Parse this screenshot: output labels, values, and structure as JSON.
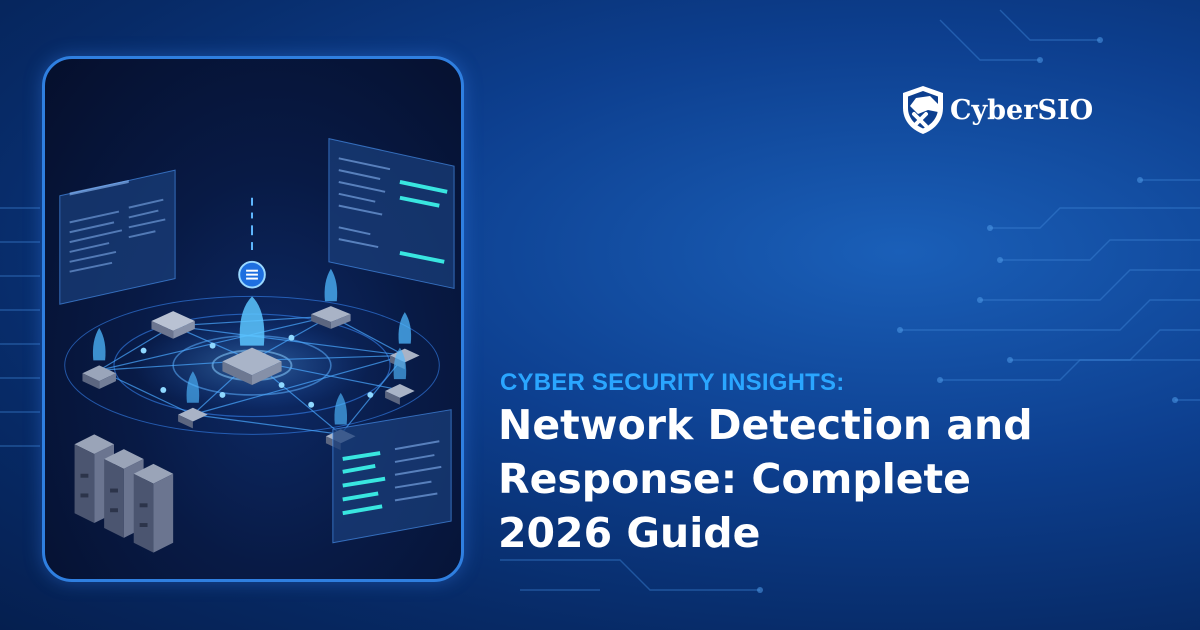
{
  "brand": {
    "name": "CyberSIO",
    "logo_icon": "shield-cross-icon"
  },
  "article": {
    "eyebrow": "CYBER SECURITY INSIGHTS:",
    "title_lines": [
      "Network Detection and",
      "Response: Complete",
      "2026 Guide"
    ]
  },
  "colors": {
    "background": "#0d3f8f",
    "accent": "#2aa6ff",
    "title": "#ffffff",
    "card_border": "#2f7fe0"
  }
}
